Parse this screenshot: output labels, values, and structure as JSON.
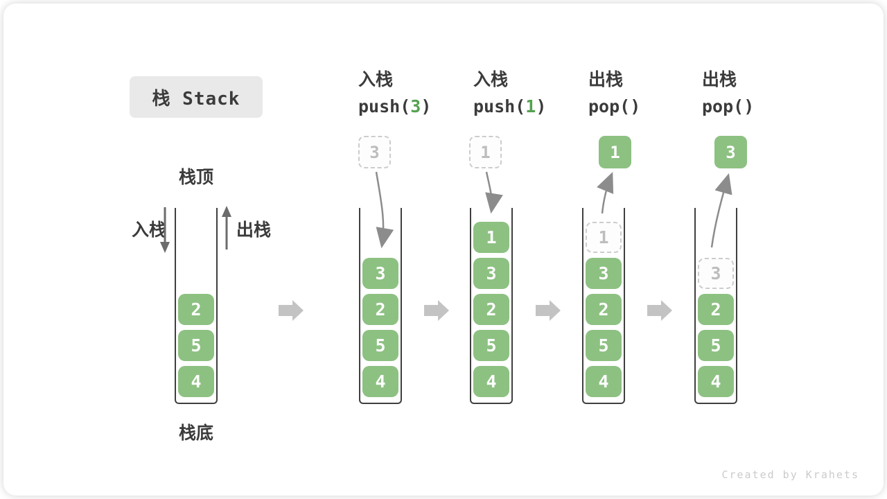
{
  "header": {
    "title": "栈 Stack"
  },
  "side_labels": {
    "stack_top": "栈顶",
    "stack_bottom": "栈底",
    "push": "入栈",
    "pop": "出栈"
  },
  "watermark": "Created by Krahets",
  "colors": {
    "item_green": "#8dc182",
    "code_green": "#55a150",
    "ghost_border": "#cccccc",
    "ghost_text": "#bdbdbd",
    "arrow_gray": "#8c8c8c",
    "block_arrow_gray": "#c3c3c3",
    "title_bg": "#e9e9e9",
    "text_dark": "#3b3b3b"
  },
  "columns": [
    {
      "name": "initial",
      "stack": [
        {
          "value": "2"
        },
        {
          "value": "5"
        },
        {
          "value": "4"
        }
      ]
    },
    {
      "name": "push-3",
      "op_label": "入栈",
      "code_prefix": "push(",
      "code_arg": "3",
      "code_suffix": ")",
      "floating": {
        "value": "3",
        "style": "dashed"
      },
      "stack": [
        {
          "value": "3"
        },
        {
          "value": "2"
        },
        {
          "value": "5"
        },
        {
          "value": "4"
        }
      ]
    },
    {
      "name": "push-1",
      "op_label": "入栈",
      "code_prefix": "push(",
      "code_arg": "1",
      "code_suffix": ")",
      "floating": {
        "value": "1",
        "style": "dashed"
      },
      "stack": [
        {
          "value": "1"
        },
        {
          "value": "3"
        },
        {
          "value": "2"
        },
        {
          "value": "5"
        },
        {
          "value": "4"
        }
      ]
    },
    {
      "name": "pop-1",
      "op_label": "出栈",
      "code_prefix": "pop(",
      "code_arg": "",
      "code_suffix": ")",
      "floating": {
        "value": "1",
        "style": "solid"
      },
      "stack": [
        {
          "value": "1",
          "ghost": true
        },
        {
          "value": "3"
        },
        {
          "value": "2"
        },
        {
          "value": "5"
        },
        {
          "value": "4"
        }
      ]
    },
    {
      "name": "pop-3",
      "op_label": "出栈",
      "code_prefix": "pop(",
      "code_arg": "",
      "code_suffix": ")",
      "floating": {
        "value": "3",
        "style": "solid"
      },
      "stack": [
        {
          "value": "3",
          "ghost": true
        },
        {
          "value": "2"
        },
        {
          "value": "5"
        },
        {
          "value": "4"
        }
      ]
    }
  ]
}
